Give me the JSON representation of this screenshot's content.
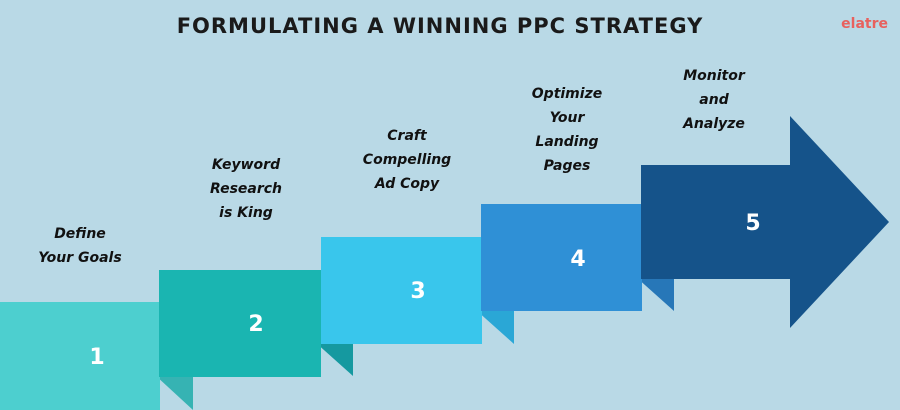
{
  "title": "FORMULATING A WINNING PPC STRATEGY",
  "logo": "elatre",
  "colors": {
    "background": "#b9d9e6",
    "step1": "#4dcfcf",
    "step2": "#1ab5b1",
    "step3": "#39c6ec",
    "step4": "#2f90d6",
    "step5": "#15538a"
  },
  "steps": [
    {
      "number": "1",
      "label_lines": [
        "Define",
        "Your Goals"
      ]
    },
    {
      "number": "2",
      "label_lines": [
        "Keyword",
        "Research",
        "is King"
      ]
    },
    {
      "number": "3",
      "label_lines": [
        "Craft",
        "Compelling",
        "Ad Copy"
      ]
    },
    {
      "number": "4",
      "label_lines": [
        "Optimize",
        "Your",
        "Landing",
        "Pages"
      ]
    },
    {
      "number": "5",
      "label_lines": [
        "Monitor",
        "and",
        "Analyze"
      ]
    }
  ]
}
